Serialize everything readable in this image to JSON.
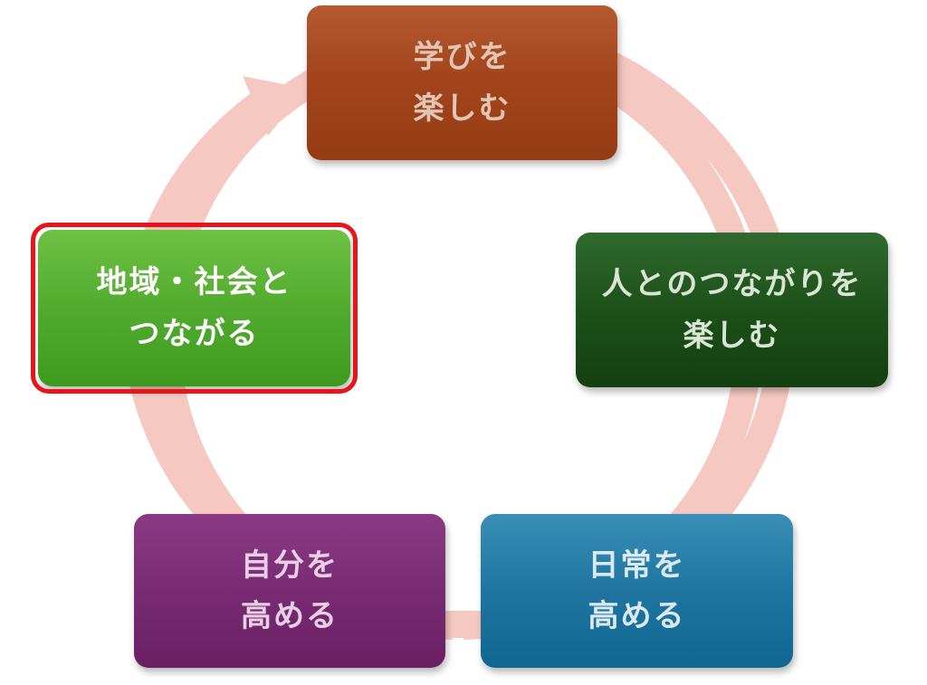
{
  "diagram": {
    "arrow_color": "#f5c9c1",
    "nodes": [
      {
        "id": "learn",
        "lines": [
          "学びを",
          "楽しむ"
        ],
        "color": "#a3451c"
      },
      {
        "id": "people",
        "lines": [
          "人とのつながりを",
          "楽しむ"
        ],
        "color": "#1d5019"
      },
      {
        "id": "daily",
        "lines": [
          "日常を",
          "高める"
        ],
        "color": "#1f75a0"
      },
      {
        "id": "self",
        "lines": [
          "自分を",
          "高める"
        ],
        "color": "#782b72"
      },
      {
        "id": "community",
        "lines": [
          "地域・社会と",
          "つながる"
        ],
        "color": "#52ab2e",
        "highlighted": true
      }
    ],
    "highlight_color": "#e8141c"
  }
}
